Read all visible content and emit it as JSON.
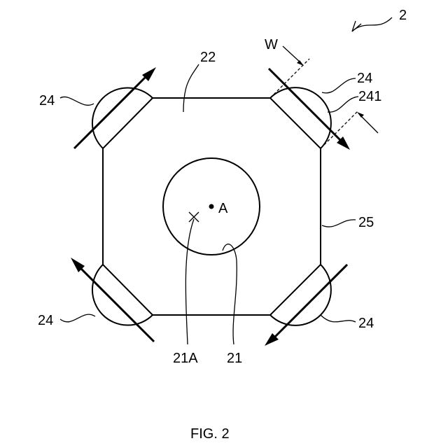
{
  "figure": {
    "caption": "FIG. 2",
    "labels": {
      "ref_2": "2",
      "ref_w": "W",
      "ref_22": "22",
      "ref_24_top_left": "24",
      "ref_24_top_right": "24",
      "ref_241": "241",
      "ref_25": "25",
      "ref_24_bottom_left": "24",
      "ref_24_bottom_right": "24",
      "ref_21a": "21A",
      "ref_21": "21",
      "point_a": "A"
    }
  }
}
